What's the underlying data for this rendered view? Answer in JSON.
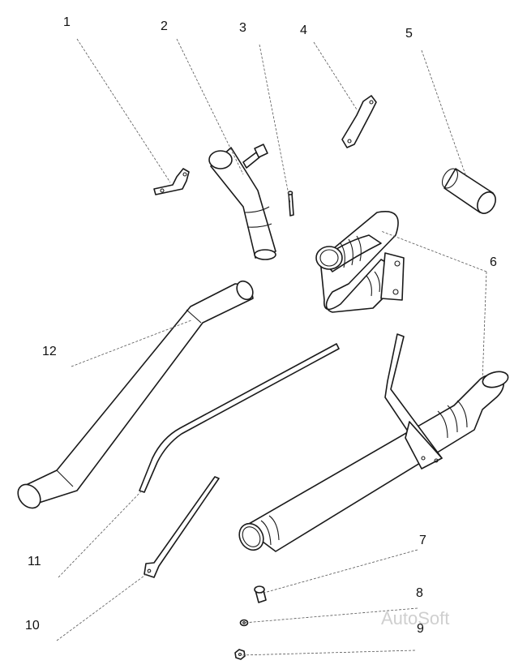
{
  "callouts": [
    "1",
    "2",
    "3",
    "4",
    "5",
    "6",
    "7",
    "8",
    "9",
    "10",
    "11",
    "12"
  ],
  "watermark": "AutoSoft",
  "colors": {
    "line": "#1a1a1a",
    "leader": "#555555",
    "watermark": "#cfcfcf",
    "background": "#ffffff"
  }
}
